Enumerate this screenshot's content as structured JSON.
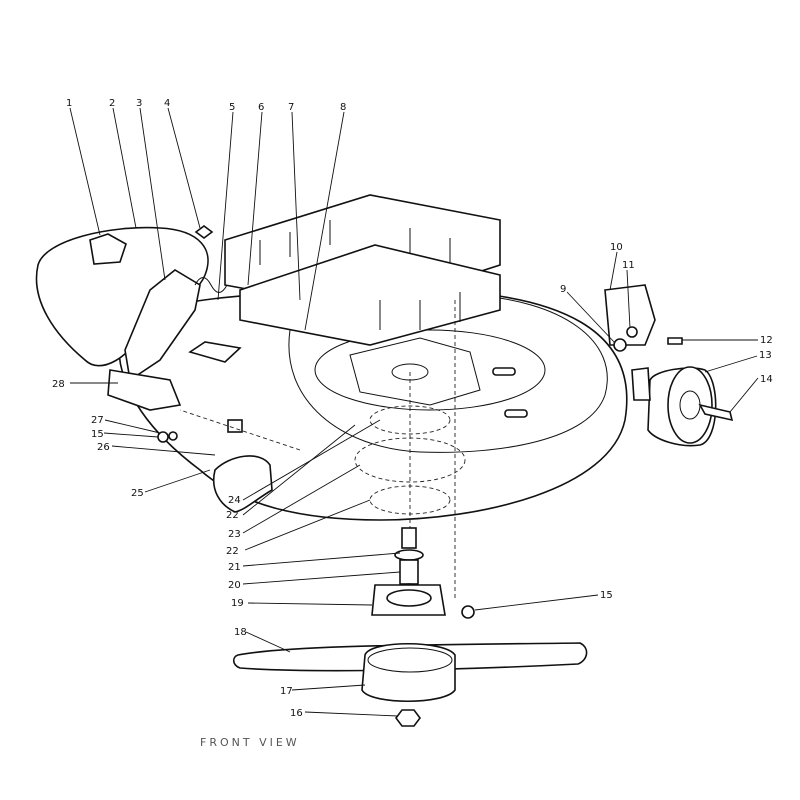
{
  "callouts": [
    {
      "n": "1"
    },
    {
      "n": "2"
    },
    {
      "n": "3"
    },
    {
      "n": "4"
    },
    {
      "n": "5"
    },
    {
      "n": "6"
    },
    {
      "n": "7"
    },
    {
      "n": "8"
    },
    {
      "n": "9"
    },
    {
      "n": "10"
    },
    {
      "n": "11"
    },
    {
      "n": "12"
    },
    {
      "n": "13"
    },
    {
      "n": "14"
    },
    {
      "n": "15"
    },
    {
      "n": "15"
    },
    {
      "n": "16"
    },
    {
      "n": "17"
    },
    {
      "n": "18"
    },
    {
      "n": "19"
    },
    {
      "n": "20"
    },
    {
      "n": "21"
    },
    {
      "n": "22"
    },
    {
      "n": "22"
    },
    {
      "n": "23"
    },
    {
      "n": "24"
    },
    {
      "n": "25"
    },
    {
      "n": "26"
    },
    {
      "n": "27"
    },
    {
      "n": "28"
    }
  ],
  "footer_text": "FRONT VIEW"
}
